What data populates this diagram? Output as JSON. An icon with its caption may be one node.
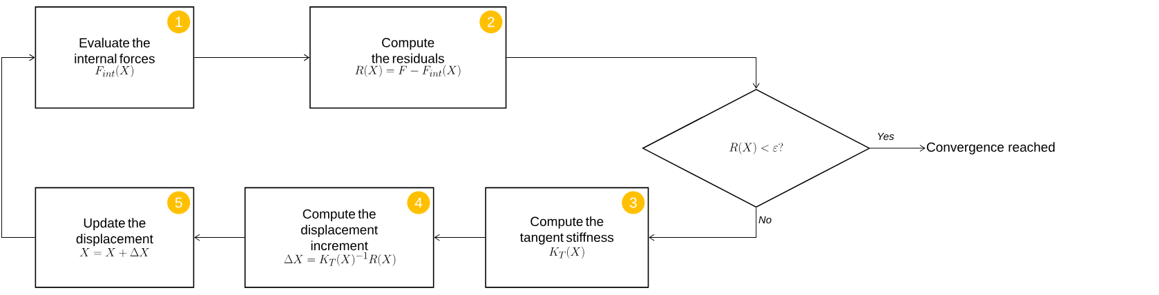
{
  "diagram": {
    "nodes": [
      {
        "text": [
          "Evaluate the internal forces",
          "F_{int}(X)"
        ]
      },
      {
        "text": [
          "1"
        ],
        "in": 0
      },
      {
        "text": [
          "Compute the residuals",
          "R(X) = F - F_{int}(X)"
        ]
      },
      {
        "text": [
          "2"
        ],
        "in": 2
      },
      {
        "text": [
          "R(X) < \\varepsilon ?"
        ]
      },
      {
        "text": [
          "Convergence reached"
        ]
      },
      {
        "text": [
          "Compute the tangent stiffness",
          "K_T(X)"
        ]
      },
      {
        "text": [
          "3"
        ],
        "in": 6
      },
      {
        "text": [
          "Compute the displacement increment",
          "\\Delta X = K_T(X)^{-1} R(X)"
        ]
      },
      {
        "text": [
          "4"
        ],
        "in": 8
      },
      {
        "text": [
          "Update the displacement",
          "X = X + \\Delta X"
        ]
      },
      {
        "text": [
          "5"
        ],
        "in": 10
      }
    ],
    "edges": [
      {
        "from": 0,
        "to": 2,
        "arrow": "to"
      },
      {
        "from": 2,
        "to": 4,
        "arrow": "to"
      },
      {
        "from": 4,
        "to": 5,
        "arrow": "to",
        "label": "Yes"
      },
      {
        "from": 4,
        "to": 6,
        "arrow": "to",
        "label": "No"
      },
      {
        "from": 6,
        "to": 8,
        "arrow": "to"
      },
      {
        "from": 8,
        "to": 10,
        "arrow": "to"
      },
      {
        "from": 10,
        "to": 0,
        "arrow": "to"
      }
    ]
  }
}
